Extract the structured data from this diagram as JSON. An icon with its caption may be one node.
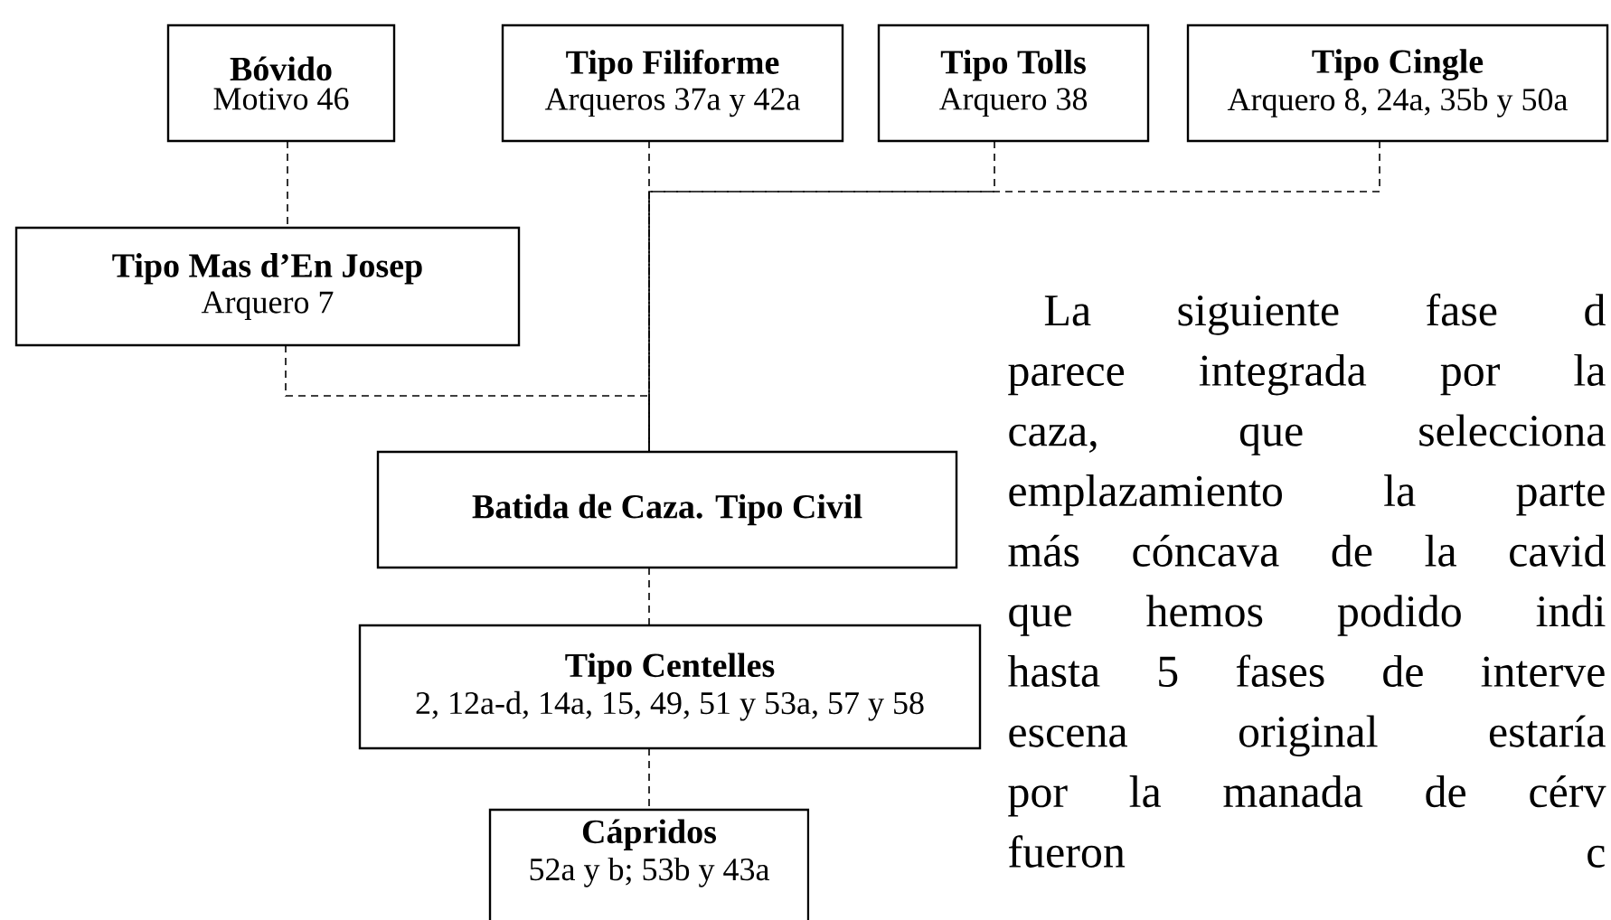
{
  "diagram": {
    "nodes": [
      {
        "text": [
          "Bóvido",
          "Motivo 46"
        ]
      },
      {
        "text": [
          "Tipo Filiforme",
          "Arqueros 37a y 42a"
        ]
      },
      {
        "text": [
          "Tipo Tolls",
          "Arquero 38"
        ]
      },
      {
        "text": [
          "Tipo Cingle",
          "Arquero 8, 24a, 35b y 50a"
        ]
      },
      {
        "text": [
          "Tipo Mas d’En Josep",
          "Arquero 7"
        ]
      },
      {
        "text": [
          "Batida de Caza. Tipo Civil"
        ]
      },
      {
        "text": [
          "Tipo Centelles",
          "2, 12a-d, 14a, 15, 49, 51 y 53a, 57 y 58"
        ]
      },
      {
        "text": [
          "Cápridos",
          "52a y b; 53b y 43a"
        ]
      }
    ],
    "edges": [
      {
        "from": 0,
        "to": 4,
        "arrow": "none",
        "style": "dashed"
      },
      {
        "from": 1,
        "to": 5,
        "arrow": "none",
        "style": "dashed"
      },
      {
        "from": 2,
        "to": 5,
        "arrow": "none",
        "style": "dashed"
      },
      {
        "from": 3,
        "to": 5,
        "arrow": "none",
        "style": "dashed"
      },
      {
        "from": 4,
        "to": 5,
        "arrow": "none",
        "style": "dashed"
      },
      {
        "from": 5,
        "to": 6,
        "arrow": "none",
        "style": "dashed"
      },
      {
        "from": 6,
        "to": 7,
        "arrow": "none",
        "style": "dashed"
      }
    ],
    "labels": [
      "La siguiente fase d",
      "parece integrada por la",
      "caza, que selecciona",
      "emplazamiento la parte",
      "más cóncava de la cavid",
      "que hemos podido indi",
      "hasta 5 fases de interve",
      "escena original estaría",
      "por la manada de cérv",
      "fueron c"
    ]
  }
}
